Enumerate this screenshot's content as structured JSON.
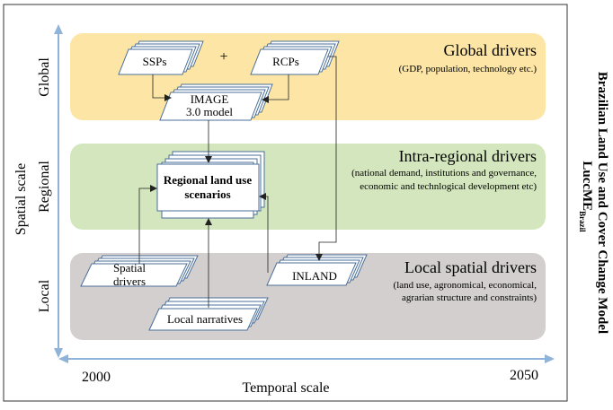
{
  "axes": {
    "spatial_label": "Spatial scale",
    "temporal_label": "Temporal scale",
    "start_year": "2000",
    "end_year": "2050",
    "levels": [
      "Global",
      "Regional",
      "Local"
    ]
  },
  "bands": {
    "global": {
      "title": "Global drivers",
      "subtitle_lines": [
        "(GDP, population, technology etc.)"
      ],
      "color": "#fce5a5"
    },
    "regional": {
      "title": "Intra-regional drivers",
      "subtitle_lines": [
        "(national demand, institutions and governance,",
        "economic and technlogical development etc)"
      ],
      "color": "#d3e6bd"
    },
    "local": {
      "title": "Local spatial drivers",
      "subtitle_lines": [
        "(land use, agronomical, economical,",
        "agrarian structure and constraints)"
      ],
      "color": "#d2cfce"
    }
  },
  "boxes": {
    "ssps": "SSPs",
    "plus": "+",
    "rcps": "RCPs",
    "image_lines": [
      "IMAGE",
      "3.0 model"
    ],
    "scenario_lines": [
      "Regional land use",
      "scenarios"
    ],
    "spatial_drivers_lines": [
      "Spatial",
      "drivers"
    ],
    "local_narratives": "Local narratives",
    "inland": "INLAND"
  },
  "side_title": {
    "main": "Brazilian Land Use and Cover Change Model",
    "model": "LuccME",
    "subscript": "Brazil"
  },
  "colors": {
    "axis_arrow": "#8fb3d9",
    "box_border": "#4a6f9a",
    "frame": "#333333"
  }
}
